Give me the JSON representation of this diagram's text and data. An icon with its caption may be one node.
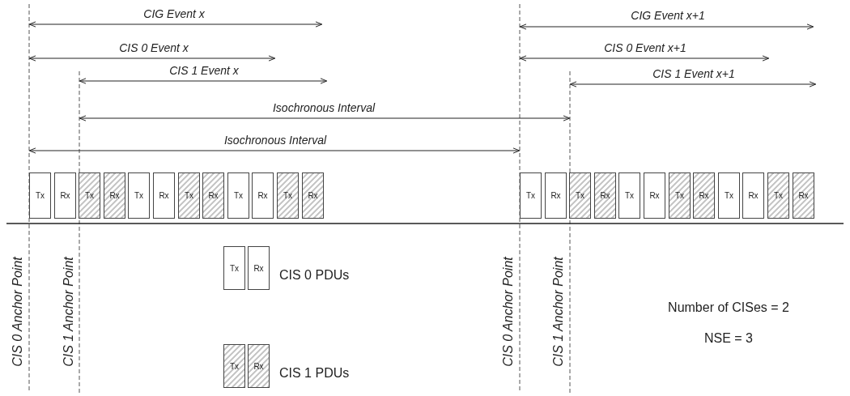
{
  "diagram": {
    "nodes": [
      {
        "text": [
          "Tx"
        ]
      },
      {
        "text": [
          "Rx"
        ]
      },
      {
        "text": [
          "Tx"
        ]
      },
      {
        "text": [
          "Rx"
        ]
      },
      {
        "text": [
          "Tx"
        ]
      },
      {
        "text": [
          "Rx"
        ]
      },
      {
        "text": [
          "Tx"
        ]
      },
      {
        "text": [
          "Rx"
        ]
      },
      {
        "text": [
          "Tx"
        ]
      },
      {
        "text": [
          "Rx"
        ]
      },
      {
        "text": [
          "Tx"
        ]
      },
      {
        "text": [
          "Rx"
        ]
      },
      {
        "text": [
          "Tx"
        ]
      },
      {
        "text": [
          "Rx"
        ]
      },
      {
        "text": [
          "Tx"
        ]
      },
      {
        "text": [
          "Rx"
        ]
      },
      {
        "text": [
          "Tx"
        ]
      },
      {
        "text": [
          "Rx"
        ]
      },
      {
        "text": [
          "Tx"
        ]
      },
      {
        "text": [
          "Rx"
        ]
      },
      {
        "text": [
          "Tx"
        ]
      },
      {
        "text": [
          "Rx"
        ]
      },
      {
        "text": [
          "Tx"
        ]
      },
      {
        "text": [
          "Rx"
        ]
      },
      {
        "text": [
          "Tx"
        ]
      },
      {
        "text": [
          "Rx"
        ]
      },
      {
        "text": [
          "Tx"
        ]
      },
      {
        "text": [
          "Rx"
        ]
      }
    ],
    "edges": [],
    "labels": [
      "CIG Event x",
      "CIG Event x+1",
      "CIS 0 Event x",
      "CIS 0 Event x+1",
      "CIS 1 Event x",
      "CIS 1 Event x+1",
      "Isochronous Interval",
      "Isochronous Interval",
      "CIS 0 Anchor Point",
      "CIS 1 Anchor Point",
      "CIS 0 Anchor Point",
      "CIS 1 Anchor Point",
      "Number of CISes = 2",
      "NSE = 3"
    ],
    "legend": [
      {
        "text": "CIS 0 PDUs"
      },
      {
        "text": "CIS 1 PDUs"
      }
    ]
  }
}
